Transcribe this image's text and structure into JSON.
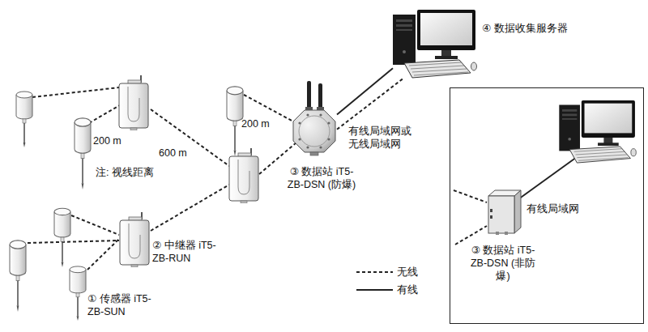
{
  "diagram": {
    "nodes": [
      {
        "text": [
          "④ 数据收集服务器"
        ]
      },
      {
        "text": [
          "③ 数据站 iT5-ZB-DSN (防爆)"
        ]
      },
      {
        "text": [
          "② 中继器 iT5-ZB-RUN"
        ]
      },
      {
        "text": [
          "① 传感器 iT5-ZB-SUN"
        ]
      },
      {
        "text": [
          "有线局域网"
        ]
      },
      {
        "text": [
          "③ 数据站 iT5-ZB-DSN (非防爆)"
        ],
        "in": 4
      }
    ],
    "edges": [
      {
        "from": 3,
        "to": 2,
        "arrow": "none"
      },
      {
        "from": 1,
        "to": 0,
        "arrow": "none",
        "label": "有线局域网或 无线局域网"
      },
      {
        "from": 1,
        "to": 0,
        "arrow": "none"
      }
    ],
    "labels": [
      "200 m",
      "注: 视线距离",
      "600 m",
      "200 m"
    ],
    "legend": [
      {
        "text": "无线"
      },
      {
        "text": "有线"
      }
    ]
  }
}
